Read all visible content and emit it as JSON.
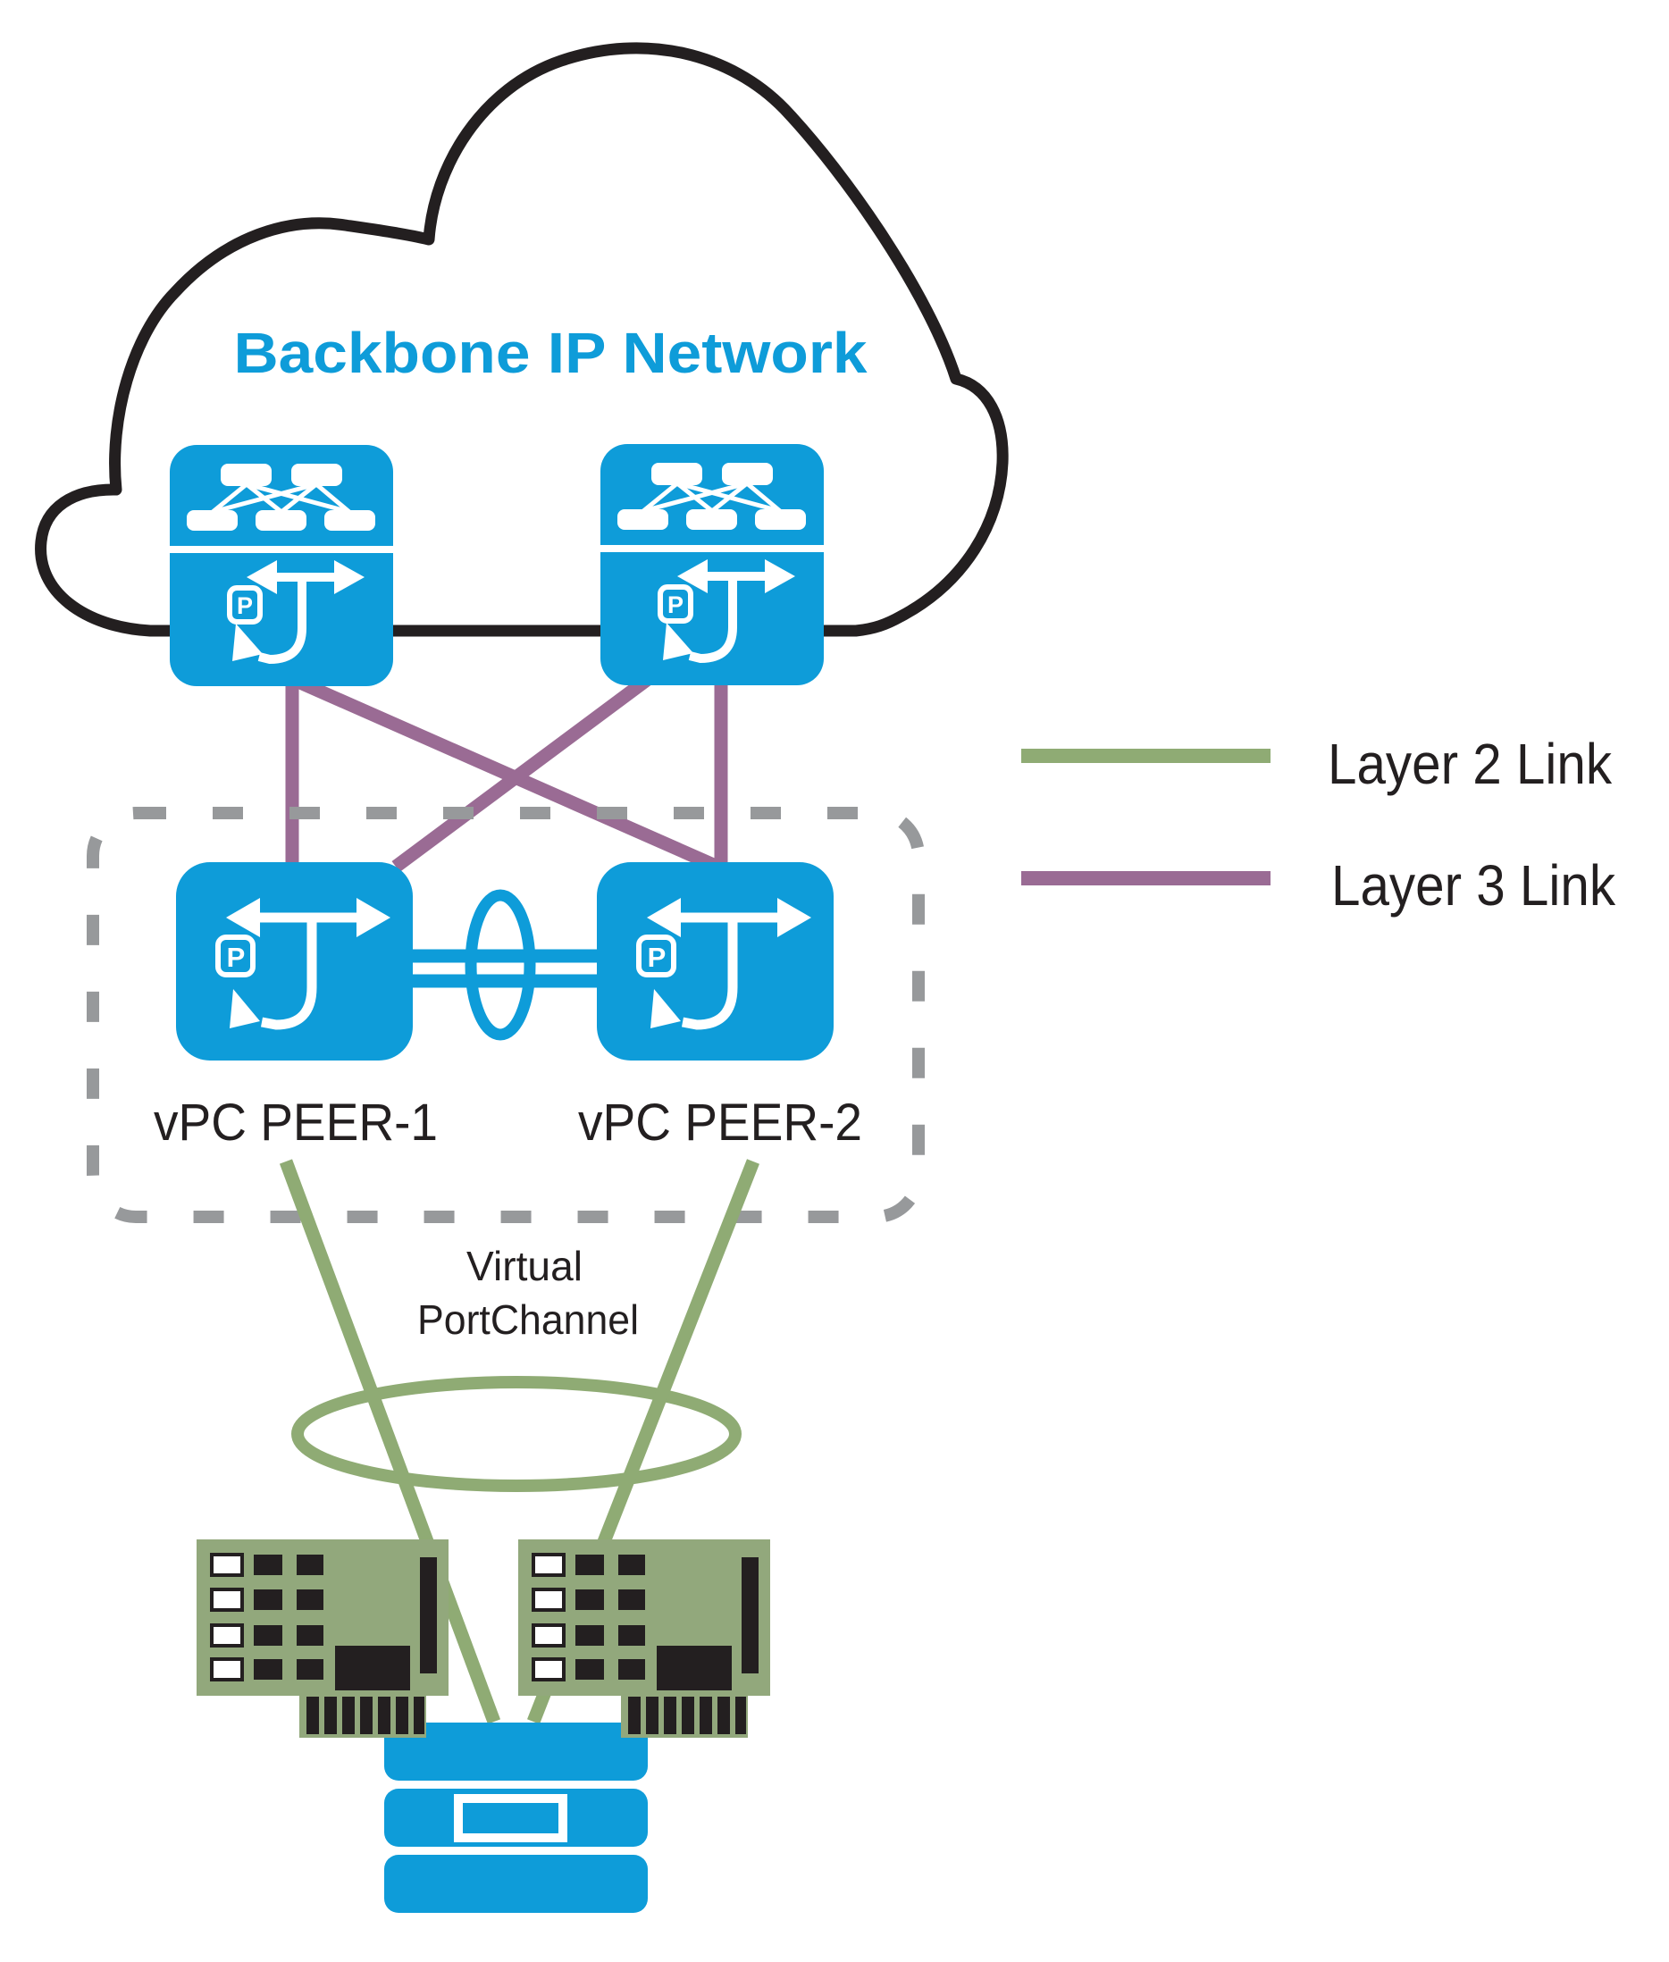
{
  "colors": {
    "cisco-blue": "#0E9CD9",
    "link-green": "#8FAB74",
    "card-green": "#92A87C",
    "link-purple": "#9A6B94",
    "dash-gray": "#97999B",
    "ink": "#231F20"
  },
  "cloud": {
    "label": "Backbone IP Network"
  },
  "vpc_domain": {
    "peer1_label": "vPC PEER-1",
    "peer2_label": "vPC PEER-2"
  },
  "port_channel": {
    "label_line1": "Virtual",
    "label_line2": "PortChannel"
  },
  "legend": {
    "layer2_label": "Layer 2 Link",
    "layer3_label": "Layer 3 Link"
  },
  "icons": {
    "p_badge": "P"
  }
}
